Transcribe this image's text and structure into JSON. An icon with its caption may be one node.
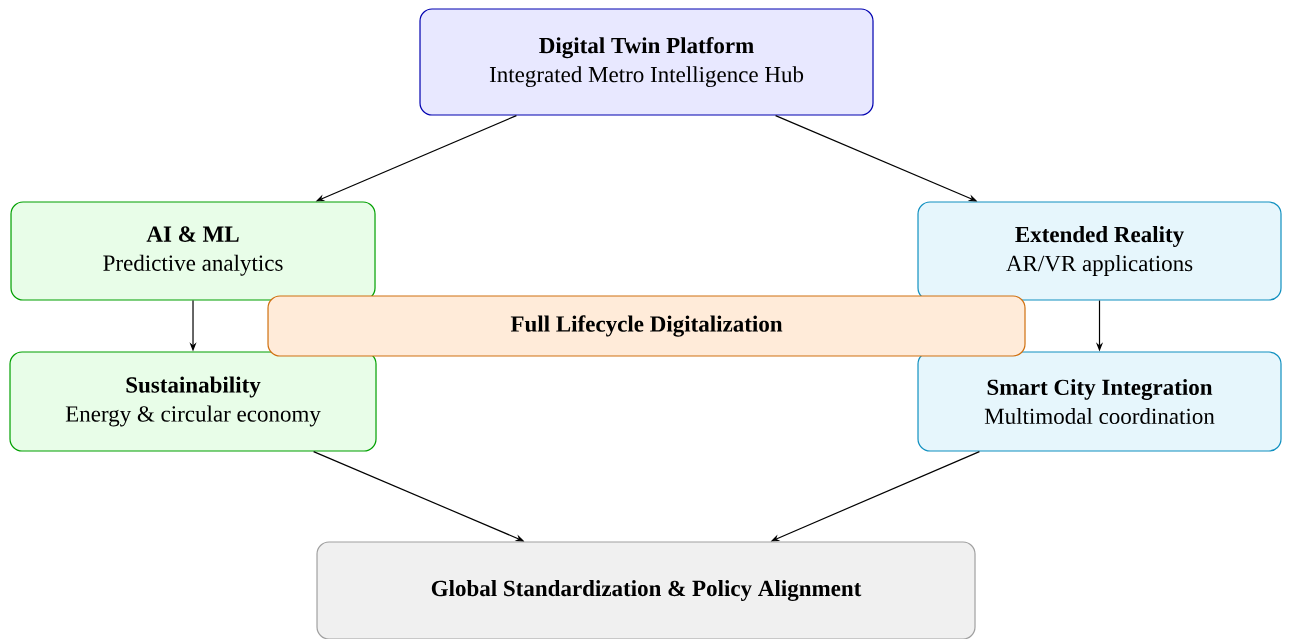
{
  "diagram": {
    "nodes": [
      {
        "text": [
          "Digital Twin Platform",
          "Integrated Metro Intelligence Hub"
        ]
      },
      {
        "text": [
          "AI & ML",
          "Predictive analytics"
        ]
      },
      {
        "text": [
          "Extended Reality",
          "AR/VR applications"
        ]
      },
      {
        "text": [
          "Full Lifecycle Digitalization"
        ]
      },
      {
        "text": [
          "Sustainability",
          "Energy & circular economy"
        ]
      },
      {
        "text": [
          "Smart City Integration",
          "Multimodal coordination"
        ]
      },
      {
        "text": [
          "Global Standardization & Policy Alignment"
        ]
      }
    ],
    "edges": [
      {
        "from": 0,
        "to": 1,
        "arrow": "to"
      },
      {
        "from": 0,
        "to": 2,
        "arrow": "to"
      },
      {
        "from": 1,
        "to": 4,
        "arrow": "to"
      },
      {
        "from": 2,
        "to": 5,
        "arrow": "to"
      },
      {
        "from": 4,
        "to": 6,
        "arrow": "to"
      },
      {
        "from": 5,
        "to": 6,
        "arrow": "to"
      }
    ]
  }
}
